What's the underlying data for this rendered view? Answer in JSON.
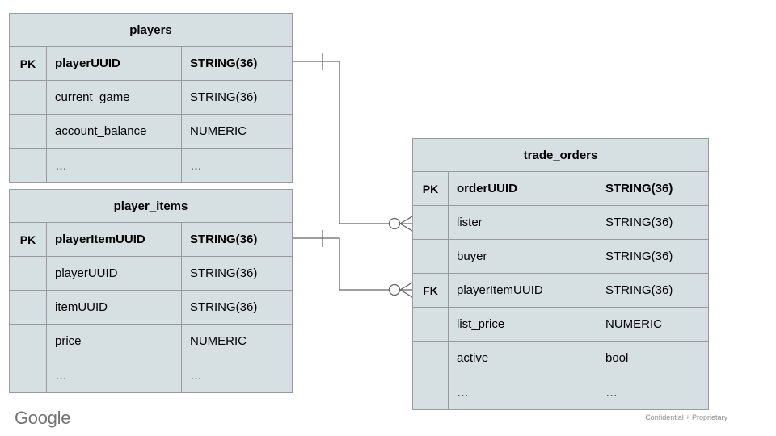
{
  "diagram": {
    "type": "entity-relationship-diagram",
    "background": "#ffffff",
    "entity_fill": "#d6e0e3",
    "entity_border": "#9a9a9a",
    "connector_color": "#666666"
  },
  "entities": [
    {
      "id": "players",
      "title": "players",
      "rows": [
        {
          "key": "PK",
          "name": "playerUUID",
          "type": "STRING(36)",
          "pk": true
        },
        {
          "key": "",
          "name": "current_game",
          "type": "STRING(36)",
          "pk": false
        },
        {
          "key": "",
          "name": "account_balance",
          "type": "NUMERIC",
          "pk": false
        },
        {
          "key": "",
          "name": "…",
          "type": "…",
          "pk": false
        }
      ]
    },
    {
      "id": "player_items",
      "title": "player_items",
      "rows": [
        {
          "key": "PK",
          "name": "playerItemUUID",
          "type": "STRING(36)",
          "pk": true
        },
        {
          "key": "",
          "name": "playerUUID",
          "type": "STRING(36)",
          "pk": false
        },
        {
          "key": "",
          "name": "itemUUID",
          "type": "STRING(36)",
          "pk": false
        },
        {
          "key": "",
          "name": "price",
          "type": "NUMERIC",
          "pk": false
        },
        {
          "key": "",
          "name": "…",
          "type": "…",
          "pk": false
        }
      ]
    },
    {
      "id": "trade_orders",
      "title": "trade_orders",
      "rows": [
        {
          "key": "PK",
          "name": "orderUUID",
          "type": "STRING(36)",
          "pk": true
        },
        {
          "key": "",
          "name": "lister",
          "type": "STRING(36)",
          "pk": false
        },
        {
          "key": "",
          "name": "buyer",
          "type": "STRING(36)",
          "pk": false
        },
        {
          "key": "FK",
          "name": "playerItemUUID",
          "type": "STRING(36)",
          "pk": false
        },
        {
          "key": "",
          "name": "list_price",
          "type": "NUMERIC",
          "pk": false
        },
        {
          "key": "",
          "name": "active",
          "type": "bool",
          "pk": false
        },
        {
          "key": "",
          "name": "…",
          "type": "…",
          "pk": false
        }
      ]
    }
  ],
  "relationships": [
    {
      "id": "players-to-trade-orders",
      "from_entity": "players",
      "from_field": "playerUUID",
      "from_cardinality": "one",
      "to_entity": "trade_orders",
      "to_field": "lister",
      "to_cardinality": "zero-or-many"
    },
    {
      "id": "player-items-to-trade-orders",
      "from_entity": "player_items",
      "from_field": "playerItemUUID",
      "from_cardinality": "one",
      "to_entity": "trade_orders",
      "to_field": "playerItemUUID",
      "to_cardinality": "zero-or-many"
    }
  ],
  "footer": {
    "logo_text": "Google",
    "confidential_text": "Confidential + Proprietary"
  }
}
